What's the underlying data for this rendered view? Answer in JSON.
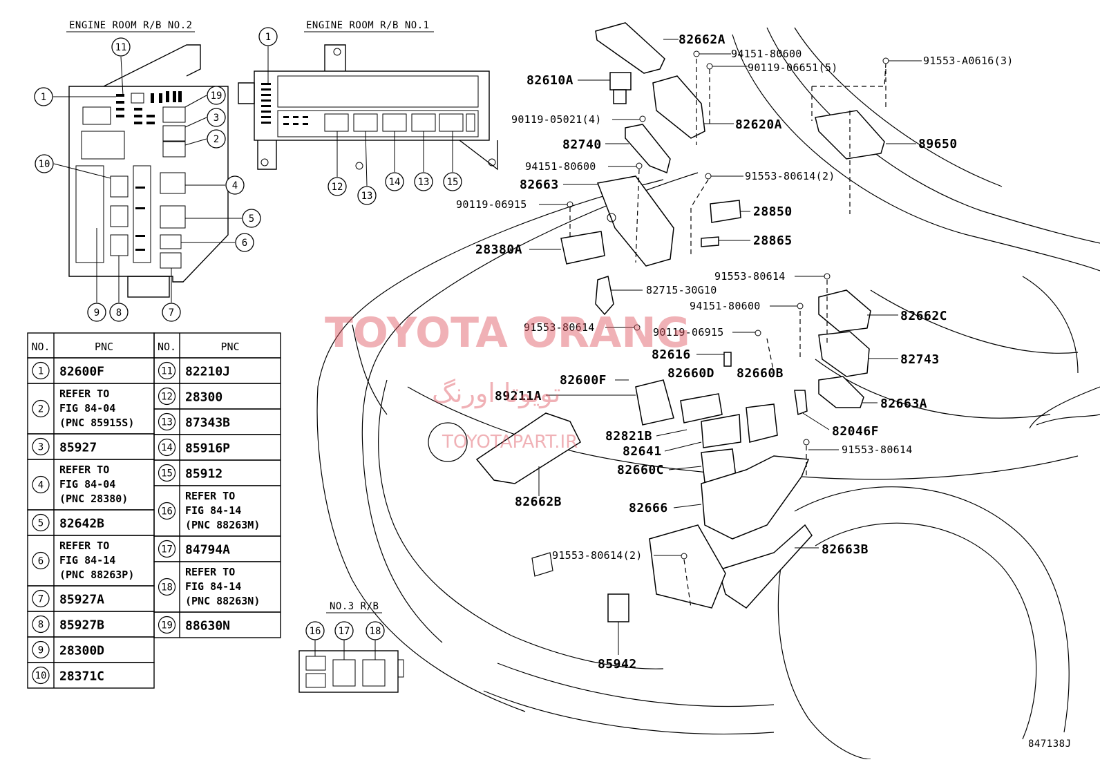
{
  "diagram_code": "847138J",
  "relay_blocks": {
    "rb2_title": "ENGINE ROOM R/B NO.2",
    "rb1_title": "ENGINE ROOM R/B NO.1",
    "rb3_title": "NO.3 R/B"
  },
  "callouts": {
    "rb2": [
      "1",
      "11",
      "19",
      "3",
      "2",
      "10",
      "4",
      "5",
      "6",
      "7",
      "8",
      "9"
    ],
    "rb1": [
      "1",
      "12",
      "13",
      "14",
      "13",
      "15"
    ],
    "rb3": [
      "16",
      "17",
      "18"
    ]
  },
  "table": {
    "col_no": "NO.",
    "col_pnc": "PNC",
    "left": [
      {
        "no": "1",
        "lines": [
          "82600F"
        ]
      },
      {
        "no": "2",
        "lines": [
          "REFER TO",
          "FIG 84-04",
          "(PNC 85915S)"
        ]
      },
      {
        "no": "3",
        "lines": [
          "85927"
        ]
      },
      {
        "no": "4",
        "lines": [
          "REFER TO",
          "FIG 84-04",
          "(PNC 28380)"
        ]
      },
      {
        "no": "5",
        "lines": [
          "82642B"
        ]
      },
      {
        "no": "6",
        "lines": [
          "REFER TO",
          "FIG 84-14",
          "(PNC 88263P)"
        ]
      },
      {
        "no": "7",
        "lines": [
          "85927A"
        ]
      },
      {
        "no": "8",
        "lines": [
          "85927B"
        ]
      },
      {
        "no": "9",
        "lines": [
          "28300D"
        ]
      },
      {
        "no": "10",
        "lines": [
          "28371C"
        ]
      }
    ],
    "right": [
      {
        "no": "11",
        "lines": [
          "82210J"
        ]
      },
      {
        "no": "12",
        "lines": [
          "28300"
        ]
      },
      {
        "no": "13",
        "lines": [
          "87343B"
        ]
      },
      {
        "no": "14",
        "lines": [
          "85916P"
        ]
      },
      {
        "no": "15",
        "lines": [
          "85912"
        ]
      },
      {
        "no": "16",
        "lines": [
          "REFER TO",
          "FIG 84-14",
          "(PNC 88263M)"
        ]
      },
      {
        "no": "17",
        "lines": [
          "84794A"
        ]
      },
      {
        "no": "18",
        "lines": [
          "REFER TO",
          "FIG 84-14",
          "(PNC 88263N)"
        ]
      },
      {
        "no": "19",
        "lines": [
          "88630N"
        ]
      }
    ]
  },
  "part_labels": {
    "p82662A": "82662A",
    "p94151_80600_a": "94151-80600",
    "p90119_06651": "90119-06651(5)",
    "p91553_A0616": "91553-A0616(3)",
    "p82610A": "82610A",
    "p90119_05021": "90119-05021(4)",
    "p82620A": "82620A",
    "p89650": "89650",
    "p82740": "82740",
    "p94151_80600_b": "94151-80600",
    "p91553_80614_2a": "91553-80614(2)",
    "p82663": "82663",
    "p90119_06915_a": "90119-06915",
    "p28850": "28850",
    "p28865": "28865",
    "p28380A": "28380A",
    "p91553_80614_a": "91553-80614",
    "p82715": "82715-30G10",
    "p94151_80600_c": "94151-80600",
    "p82662C": "82662C",
    "p91553_80614_b": "91553-80614",
    "p90119_06915_b": "90119-06915",
    "p82616": "82616",
    "p82743": "82743",
    "p82600F": "82600F",
    "p82660D": "82660D",
    "p82660B": "82660B",
    "p89211A": "89211A",
    "p82663A": "82663A",
    "p82821B": "82821B",
    "p82046F": "82046F",
    "p82641": "82641",
    "p91553_80614_c": "91553-80614",
    "p82660C": "82660C",
    "p82662B": "82662B",
    "p82666": "82666",
    "p82663B": "82663B",
    "p91553_80614_2b": "91553-80614(2)",
    "p85942": "85942"
  },
  "watermark": {
    "main": "TOYOTA ORANG",
    "farsi": "تویوتا اورنگ",
    "site": "TOYOTAPART.IR",
    "color": "#e05560"
  }
}
